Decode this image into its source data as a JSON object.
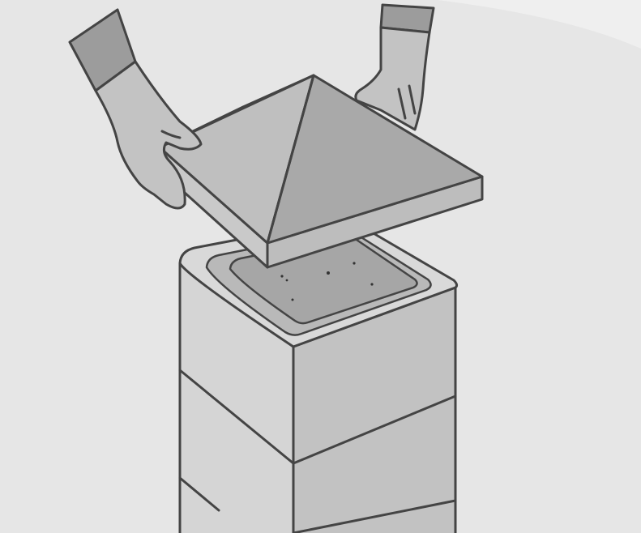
{
  "illustration": {
    "subject": [
      "hands-placing-pyramid-cap",
      "concrete-block-pillar",
      "mortar-bed"
    ],
    "colors": {
      "background": "#e6e6e6",
      "outline": "#444444",
      "cap_front_left": "#c9c9c9",
      "cap_front_right": "#bdbdbd",
      "cap_pyramid_left": "#bfbfbf",
      "cap_pyramid_right": "#a9a9a9",
      "pillar_left": "#d5d5d5",
      "pillar_right": "#c2c2c2",
      "pillar_top": "#d9d9d9",
      "mortar": "#a6a6a6",
      "skin": "#c3c3c3",
      "sleeve": "#9c9c9c"
    }
  }
}
